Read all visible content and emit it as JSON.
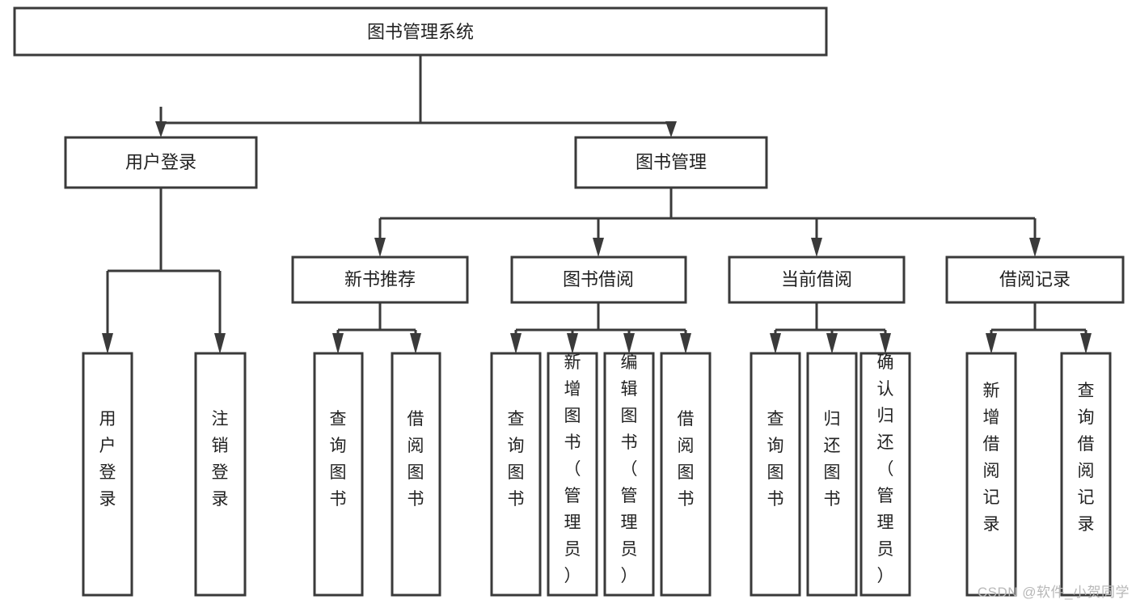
{
  "diagram": {
    "title": "图书管理系统",
    "type": "tree",
    "watermark": "CSDN @软件_小贺同学",
    "colors": {
      "box_stroke": "#3a3a3a",
      "box_fill": "#ffffff",
      "text": "#222222",
      "watermark": "#b8b8b8",
      "background": "#ffffff"
    },
    "root": {
      "label": "图书管理系统"
    },
    "level2": [
      {
        "label": "用户登录"
      },
      {
        "label": "图书管理"
      }
    ],
    "level3": [
      {
        "label": "新书推荐"
      },
      {
        "label": "图书借阅"
      },
      {
        "label": "当前借阅"
      },
      {
        "label": "借阅记录"
      }
    ],
    "leaves": {
      "user_login": [
        {
          "label": "用户登录"
        },
        {
          "label": "注销登录"
        }
      ],
      "new_book_recommend": [
        {
          "label": "查询图书"
        },
        {
          "label": "借阅图书"
        }
      ],
      "book_borrow": [
        {
          "label": "查询图书"
        },
        {
          "label": "新增图书（管理员）"
        },
        {
          "label": "编辑图书（管理员）"
        },
        {
          "label": "借阅图书"
        }
      ],
      "current_borrow": [
        {
          "label": "查询图书"
        },
        {
          "label": "归还图书"
        },
        {
          "label": "确认归还（管理员）"
        }
      ],
      "borrow_record": [
        {
          "label": "新增借阅记录"
        },
        {
          "label": "查询借阅记录"
        }
      ]
    }
  }
}
